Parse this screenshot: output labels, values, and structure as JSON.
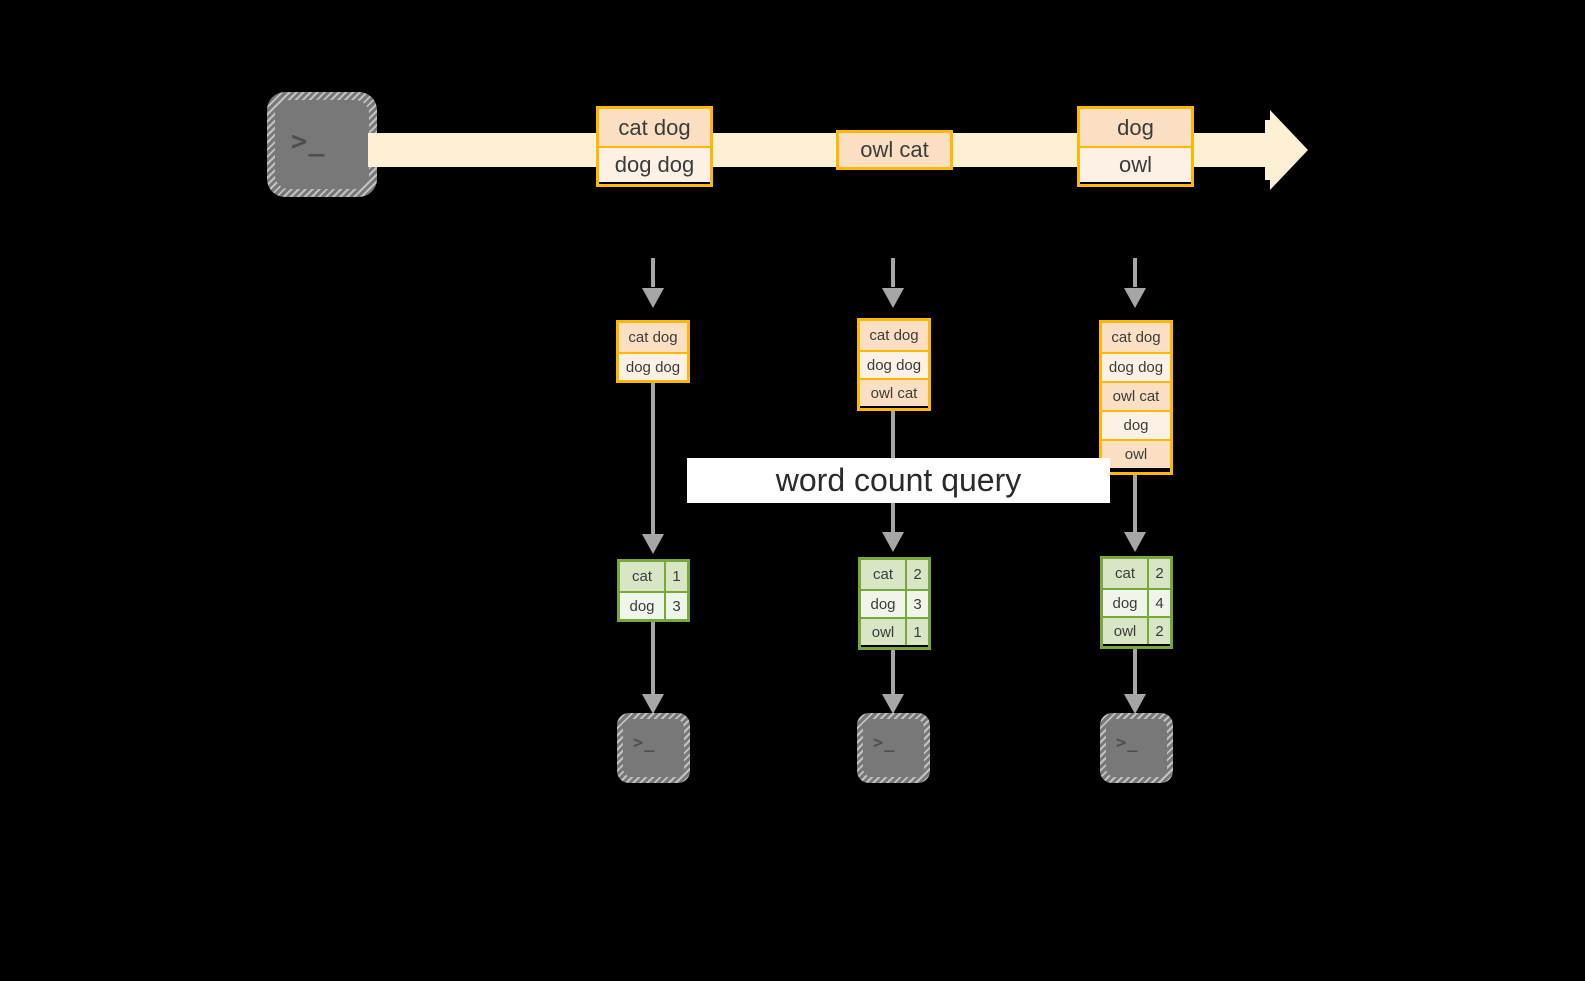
{
  "diagram": {
    "background_color": "#000000",
    "accent_orange": "#ffb800",
    "accent_green": "#78a73c",
    "stream_fill": "#fdf0d5",
    "connector_gray": "#a6a6a6",
    "terminal_gray": "#787878",
    "query_label": "word count query",
    "terminal_prompt": ">_"
  },
  "stream": {
    "groups": [
      {
        "name": "group-1",
        "rows": [
          {
            "text": "cat dog",
            "shade": "dark"
          },
          {
            "text": "dog dog",
            "shade": "light"
          }
        ]
      },
      {
        "name": "group-2",
        "rows": [
          {
            "text": "owl cat",
            "shade": "dark"
          }
        ]
      },
      {
        "name": "group-3",
        "rows": [
          {
            "text": "dog",
            "shade": "dark"
          },
          {
            "text": "owl",
            "shade": "light"
          }
        ]
      }
    ]
  },
  "columns": [
    {
      "name": "snapshot-1",
      "buffer": [
        {
          "text": "cat dog",
          "shade": "dark"
        },
        {
          "text": "dog dog",
          "shade": "light"
        }
      ],
      "result": {
        "rows": [
          {
            "word": "cat",
            "count": "1",
            "shade": "dark"
          },
          {
            "word": "dog",
            "count": "3",
            "shade": "light"
          }
        ]
      }
    },
    {
      "name": "snapshot-2",
      "buffer": [
        {
          "text": "cat dog",
          "shade": "dark"
        },
        {
          "text": "dog dog",
          "shade": "light"
        },
        {
          "text": "owl cat",
          "shade": "dark"
        }
      ],
      "result": {
        "rows": [
          {
            "word": "cat",
            "count": "2",
            "shade": "dark"
          },
          {
            "word": "dog",
            "count": "3",
            "shade": "light"
          },
          {
            "word": "owl",
            "count": "1",
            "shade": "dark"
          }
        ]
      }
    },
    {
      "name": "snapshot-3",
      "buffer": [
        {
          "text": "cat dog",
          "shade": "dark"
        },
        {
          "text": "dog dog",
          "shade": "light"
        },
        {
          "text": "owl cat",
          "shade": "dark"
        },
        {
          "text": "dog",
          "shade": "light"
        },
        {
          "text": "owl",
          "shade": "dark"
        }
      ],
      "result": {
        "rows": [
          {
            "word": "cat",
            "count": "2",
            "shade": "dark"
          },
          {
            "word": "dog",
            "count": "4",
            "shade": "light"
          },
          {
            "word": "owl",
            "count": "2",
            "shade": "dark"
          }
        ]
      }
    }
  ]
}
